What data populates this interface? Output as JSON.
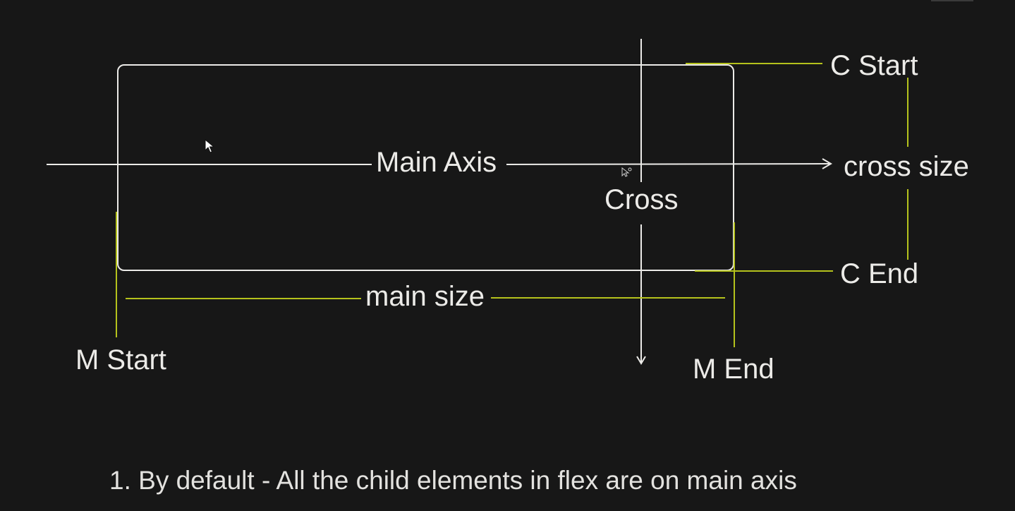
{
  "colors": {
    "background": "#171717",
    "outline": "#ecebe8",
    "accent": "#b5c21c"
  },
  "labels": {
    "main_axis": "Main Axis",
    "cross": "Cross",
    "cross_size": "cross size",
    "c_start": "C Start",
    "c_end": "C End",
    "m_start": "M Start",
    "m_end": "M End",
    "main_size": "main size"
  },
  "caption": "1. By default - All the child elements in flex are on main axis",
  "icons": {
    "pointer": "mouse-pointer-icon",
    "laser": "laser-pointer-icon"
  }
}
